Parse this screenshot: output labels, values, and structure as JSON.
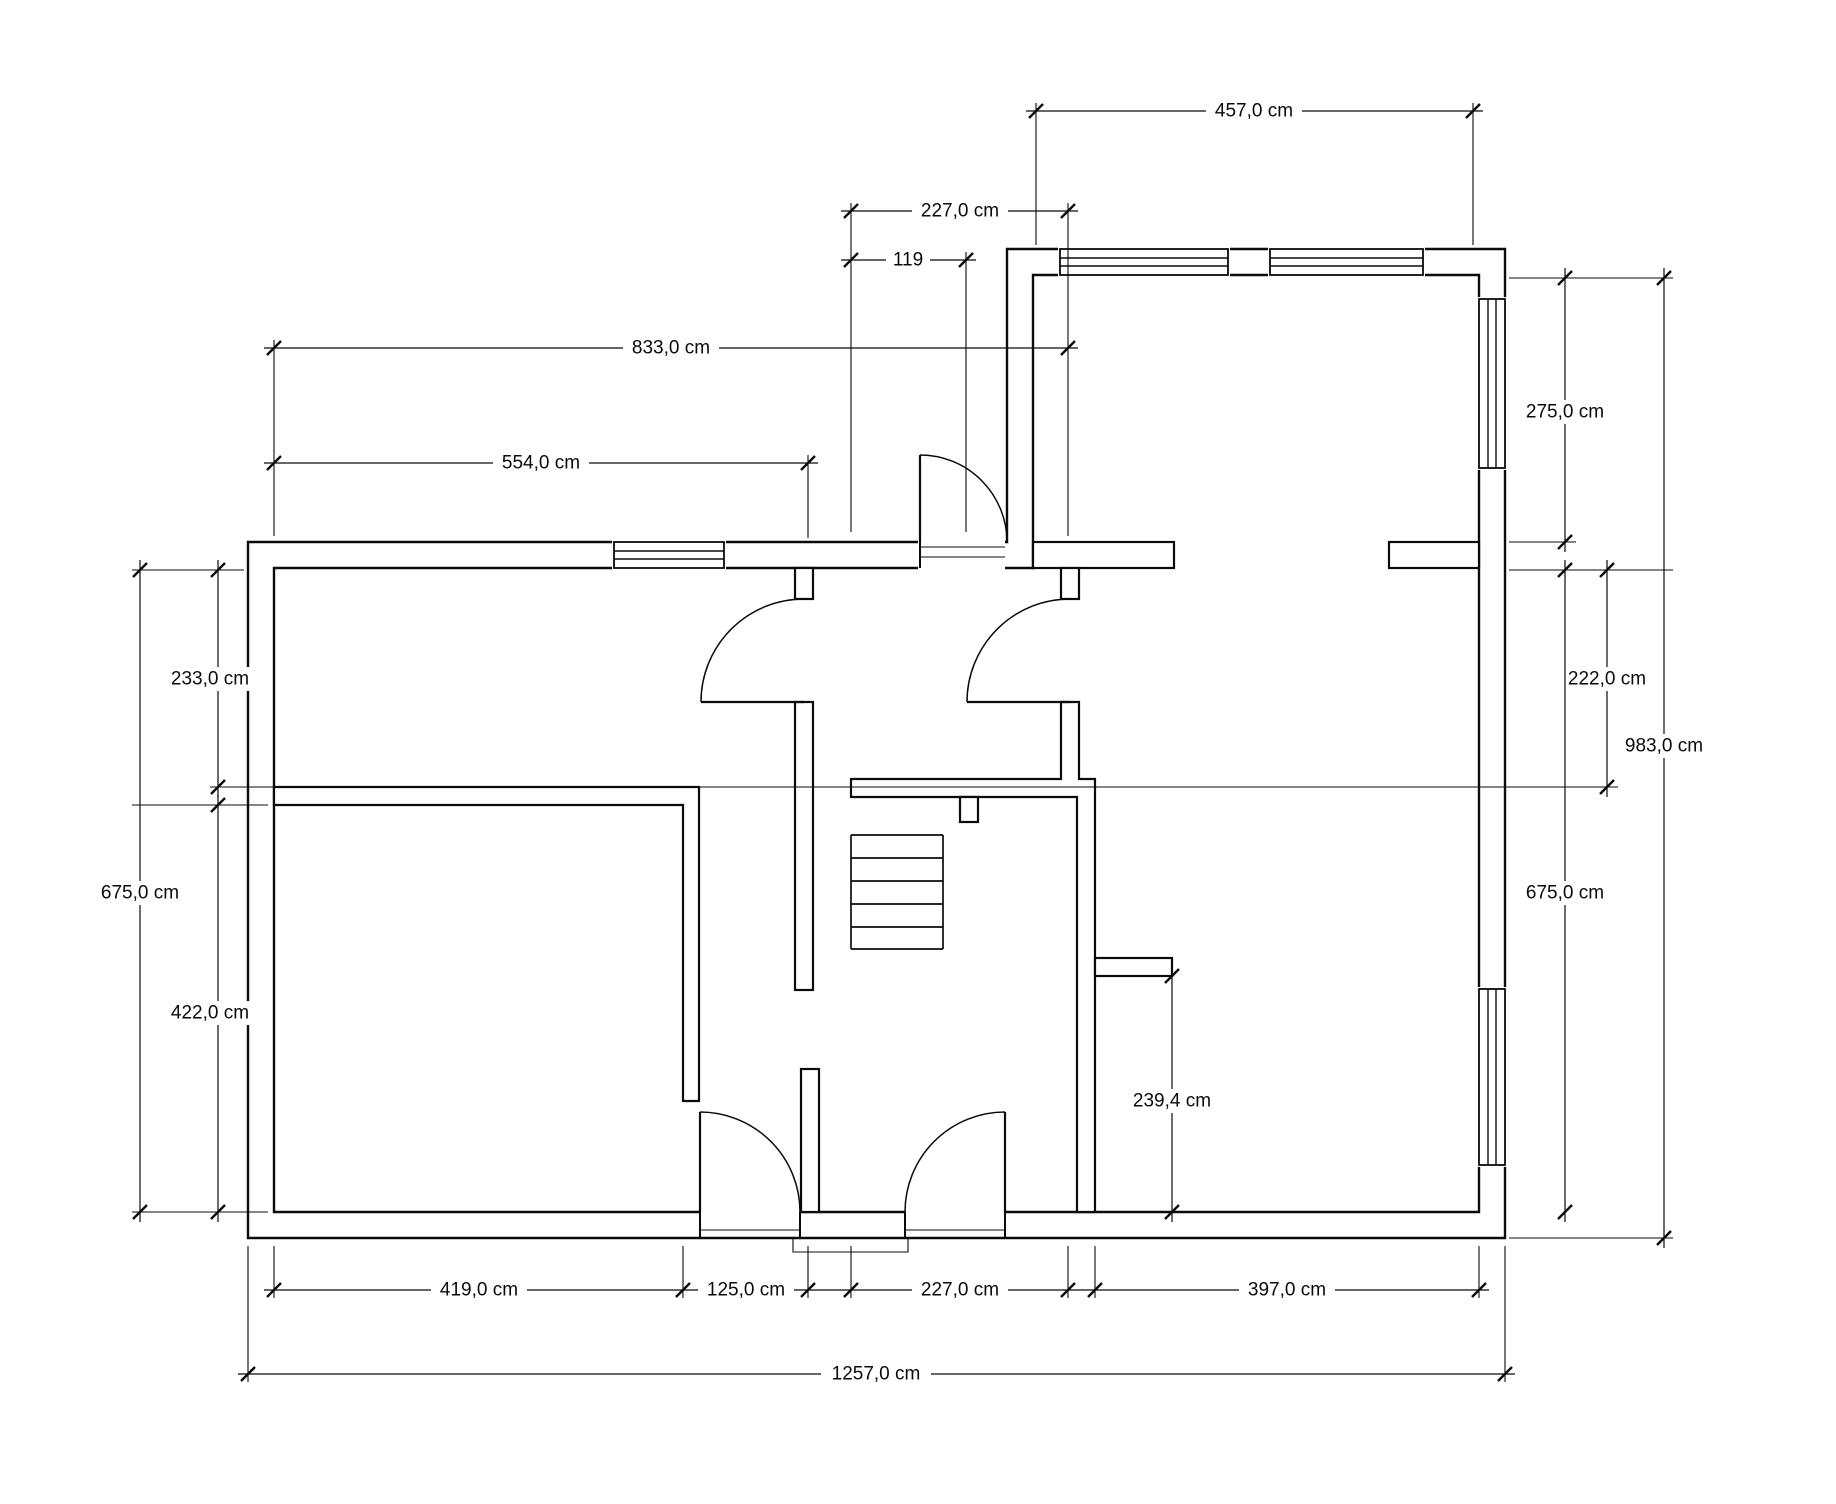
{
  "dims": {
    "top_457": {
      "label": "457,0 cm"
    },
    "top_227": {
      "label": "227,0 cm"
    },
    "top_119": {
      "label": "119"
    },
    "top_833": {
      "label": "833,0 cm"
    },
    "top_554": {
      "label": "554,0 cm"
    },
    "left_233": {
      "label": "233,0 cm"
    },
    "left_675": {
      "label": "675,0 cm"
    },
    "left_422": {
      "label": "422,0 cm"
    },
    "right_275": {
      "label": "275,0 cm"
    },
    "right_222": {
      "label": "222,0 cm"
    },
    "right_983": {
      "label": "983,0 cm"
    },
    "right_675": {
      "label": "675,0 cm"
    },
    "interior_239": {
      "label": "239,4 cm"
    },
    "bottom_419": {
      "label": "419,0 cm"
    },
    "bottom_125": {
      "label": "125,0 cm"
    },
    "bottom_227": {
      "label": "227,0 cm"
    },
    "bottom_397": {
      "label": "397,0 cm"
    },
    "bottom_1257": {
      "label": "1257,0 cm"
    }
  },
  "colors": {
    "ink": "#0b0b0b",
    "paper": "#ffffff"
  }
}
